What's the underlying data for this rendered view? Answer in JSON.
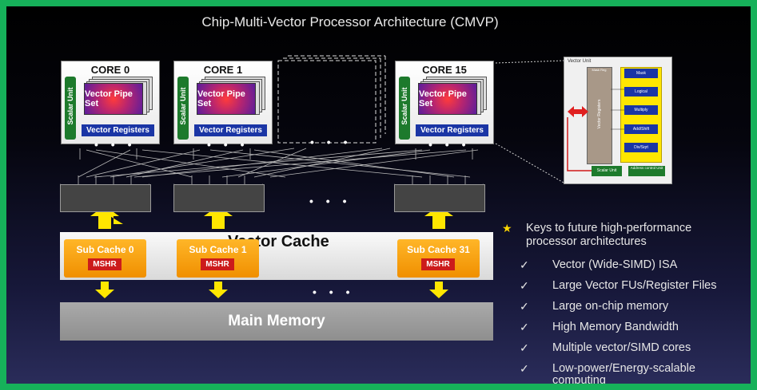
{
  "title": "Chip-Multi-Vector Processor Architecture (CMVP)",
  "cores": [
    {
      "name": "CORE 0"
    },
    {
      "name": "CORE 1"
    },
    {
      "name": "CORE 15"
    }
  ],
  "core_parts": {
    "scalar_unit": "Scalar Unit",
    "vector_pipe_set": "Vector Pipe Set",
    "vector_registers": "Vector Registers"
  },
  "ellipsis": "• • •",
  "vector_cache": {
    "title": "Vector Cache",
    "sub_caches": [
      {
        "label": "Sub Cache 0",
        "mshr": "MSHR"
      },
      {
        "label": "Sub Cache 1",
        "mshr": "MSHR"
      },
      {
        "label": "Sub Cache 31",
        "mshr": "MSHR"
      }
    ]
  },
  "main_memory": "Main Memory",
  "vector_unit_detail": {
    "title": "Vector Unit",
    "mask_reg": "Mask Reg",
    "registers": "Vector Registers",
    "pipes": [
      "Mask",
      "Logical",
      "Multiply",
      "Add/Shift",
      "Div/Sqrt"
    ],
    "scalar": "Scalar Unit",
    "addr_control": "Address control Unit"
  },
  "keys": {
    "heading_line1": "Keys to future high-performance",
    "heading_line2": "processor architectures",
    "items": [
      "Vector (Wide-SIMD) ISA",
      "Large Vector FUs/Register Files",
      "Large on-chip memory",
      "High Memory Bandwidth",
      "Multiple vector/SIMD cores",
      "Low-power/Energy-scalable",
      "computing"
    ]
  },
  "colors": {
    "border_green": "#16b15a",
    "scalar_green": "#1d7a2c",
    "register_blue": "#1a35a5",
    "subcache_orange": "#f5a000",
    "mshr_red": "#cc1b1b",
    "arrow_yellow": "#ffe600",
    "star_yellow": "#ffd800"
  }
}
